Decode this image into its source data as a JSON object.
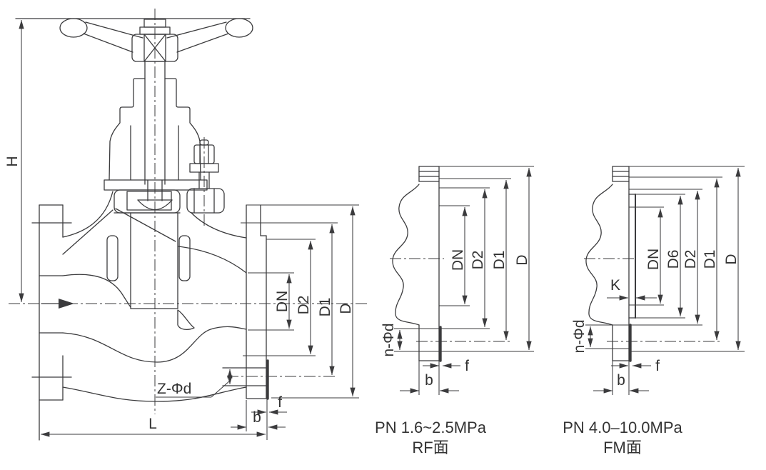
{
  "main_view": {
    "labels": {
      "height": "H",
      "length": "L",
      "nominal_bore": "DN",
      "seal_face_dia": "D2",
      "bolt_circle_dia": "D1",
      "flange_outer_dia": "D",
      "bolt_holes": "Z-Φd",
      "face_height": "f",
      "flange_thickness": "b"
    }
  },
  "rf_detail": {
    "labels": {
      "nominal_bore": "DN",
      "seal_face_dia": "D2",
      "bolt_circle_dia": "D1",
      "flange_outer_dia": "D",
      "bolt_holes": "n-Φd",
      "face_height": "f",
      "flange_thickness": "b"
    },
    "pressure_rating": "PN 1.6~2.5MPa",
    "face_type": "RF面"
  },
  "fm_detail": {
    "labels": {
      "nominal_bore": "DN",
      "spigot_dia": "D6",
      "seal_face_dia": "D2",
      "bolt_circle_dia": "D1",
      "flange_outer_dia": "D",
      "spigot_height": "K",
      "bolt_holes": "n-Φd",
      "face_height": "f",
      "flange_thickness": "b"
    },
    "pressure_rating": "PN 4.0–10.0MPa",
    "face_type": "FM面"
  },
  "colors": {
    "line": "#3b3b3d",
    "text": "#333333",
    "background": "#ffffff"
  }
}
